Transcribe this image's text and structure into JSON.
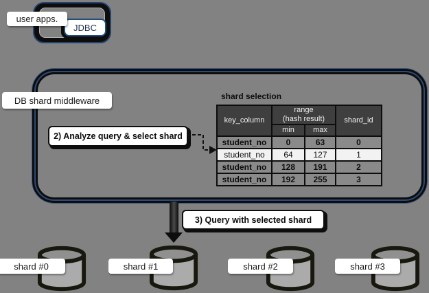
{
  "colors": {
    "background": "#828282",
    "frame_black": "#0d0d0d",
    "frame_blue_accent": "#2b4a7a",
    "jdbc_border_blue": "#1F4E79",
    "table_header_bg": "#3f3f3f",
    "table_row_bg": "#8a8a8a",
    "table_highlight_bg": "#f2f2f2",
    "label_bg": "#ffffff"
  },
  "user_apps": {
    "label": "user apps.",
    "jdbc_label": "JDBC"
  },
  "middleware": {
    "label": "DB shard middleware"
  },
  "steps": {
    "analyze": "2) Analyze query & select shard",
    "query": "3) Query with selected shard"
  },
  "shard_table": {
    "title": "shard selection",
    "headers": {
      "key_column": "key_column",
      "range": "range\n(hash result)",
      "min": "min",
      "max": "max",
      "shard_id": "shard_id"
    },
    "rows": [
      {
        "key_column": "student_no",
        "min": "0",
        "max": "63",
        "shard_id": "0",
        "highlighted": false
      },
      {
        "key_column": "student_no",
        "min": "64",
        "max": "127",
        "shard_id": "1",
        "highlighted": true
      },
      {
        "key_column": "student_no",
        "min": "128",
        "max": "191",
        "shard_id": "2",
        "highlighted": false
      },
      {
        "key_column": "student_no",
        "min": "192",
        "max": "255",
        "shard_id": "3",
        "highlighted": false
      }
    ]
  },
  "shards": [
    {
      "label": "shard #0"
    },
    {
      "label": "shard #1"
    },
    {
      "label": "shard #2"
    },
    {
      "label": "shard #3"
    }
  ]
}
